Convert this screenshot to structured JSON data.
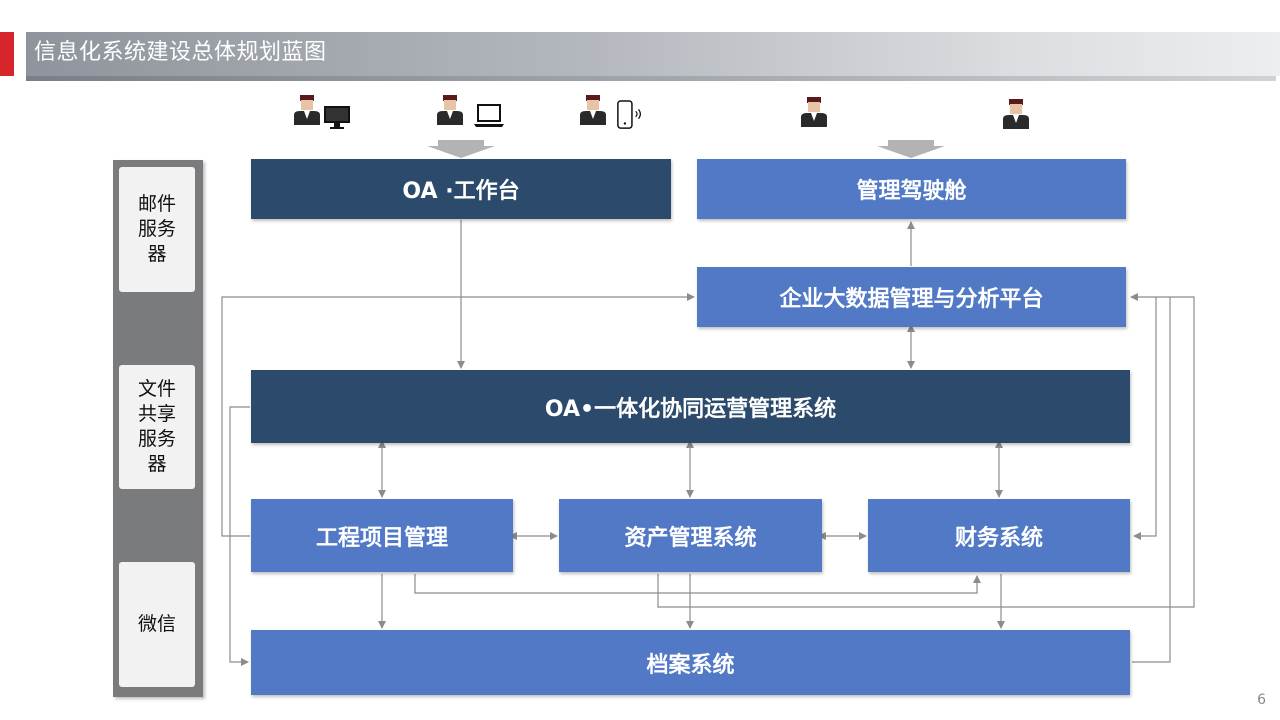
{
  "title": "信息化系统建设总体规划蓝图",
  "page_number": "6",
  "side_panel": {
    "items": [
      {
        "label": "邮件\n服务\n器"
      },
      {
        "label": "文件\n共享\n服务\n器"
      },
      {
        "label": "微信"
      }
    ]
  },
  "users": [
    {
      "device": "desktop-monitor-icon"
    },
    {
      "device": "laptop-icon"
    },
    {
      "device": "mobile-phone-icon"
    },
    {
      "device": ""
    },
    {
      "device": ""
    }
  ],
  "boxes": {
    "oa_workbench": "OA ·工作台",
    "management_cockpit": "管理驾驶舱",
    "bigdata_platform": "企业大数据管理与分析平台",
    "oa_integrated": "OA•一体化协同运营管理系统",
    "engineering": "工程项目管理",
    "assets": "资产管理系统",
    "finance": "财务系统",
    "archives": "档案系统"
  },
  "colors": {
    "dark_box": "#2c4a6b",
    "light_box": "#5179c6",
    "accent": "#d7262b",
    "connector": "#8c8c8c"
  }
}
